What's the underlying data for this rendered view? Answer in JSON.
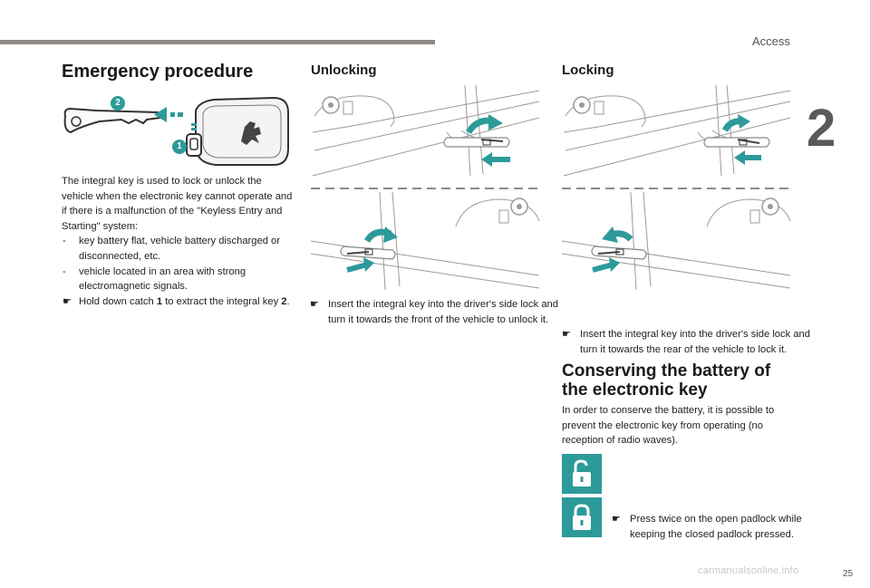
{
  "header": {
    "section": "Access",
    "chapter_number": "2",
    "page_number": "25",
    "watermark": "carmanualsonline.info"
  },
  "emergency": {
    "title": "Emergency procedure",
    "callout_1": "1",
    "callout_2": "2",
    "intro": "The integral key is used to lock or unlock the vehicle when the electronic key cannot operate and if there is a malfunction of the \"Keyless Entry and Starting\" system:",
    "dash": "-",
    "step_marker": "☛",
    "bullet_1": "key battery flat, vehicle battery discharged or disconnected, etc.",
    "bullet_2": "vehicle located in an area with strong electromagnetic signals.",
    "step_text_a": "Hold down catch ",
    "step_bold_1": "1",
    "step_text_b": " to extract the integral key ",
    "step_bold_2": "2",
    "step_text_c": "."
  },
  "unlocking": {
    "title": "Unlocking",
    "step_marker": "☛",
    "step": "Insert the integral key into the driver's side lock and turn it towards the front of the vehicle to unlock it."
  },
  "locking": {
    "title": "Locking",
    "step_marker": "☛",
    "step": "Insert the integral key into the driver's side lock and turn it towards the rear of the vehicle to lock it."
  },
  "conserving": {
    "title_line1": "Conserving the battery of",
    "title_line2": "the electronic key",
    "intro": "In order to conserve the battery, it is possible to prevent the electronic key from operating (no reception of radio waves).",
    "step_marker": "☛",
    "step": "Press twice on the open padlock while keeping the closed padlock pressed."
  },
  "icons": {
    "open_padlock": "open-padlock-icon",
    "closed_padlock": "closed-padlock-icon",
    "arrow": "curved-arrow-icon"
  },
  "colors": {
    "accent": "#2d9a9a",
    "bar": "#8f8a86",
    "line_art": "#9a9a9a"
  }
}
